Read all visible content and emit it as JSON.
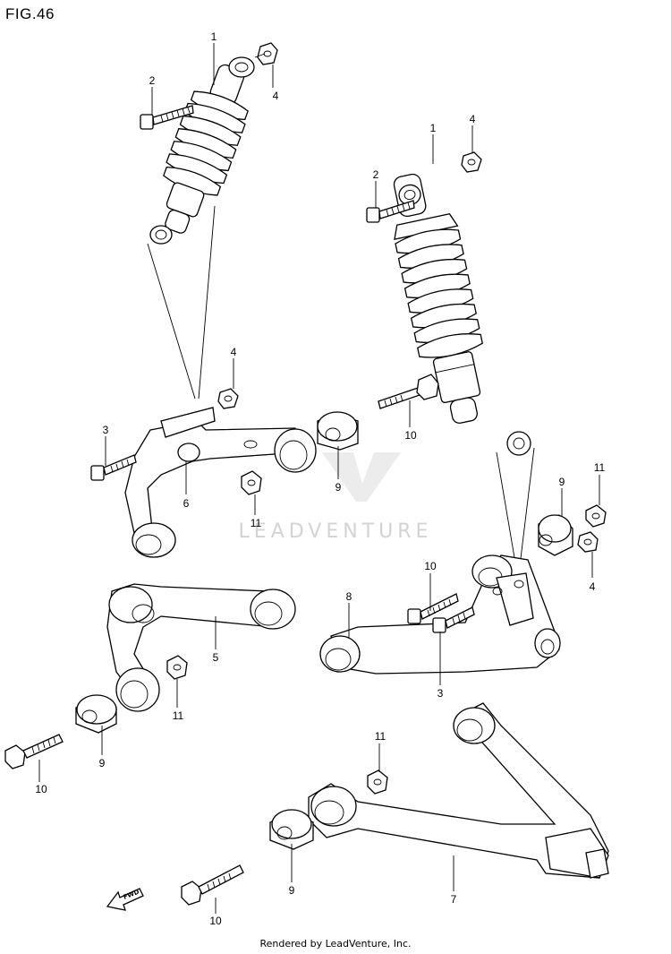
{
  "figure": {
    "title": "FIG.46"
  },
  "watermark": {
    "text": "LEADVENTURE"
  },
  "footer": {
    "text": "Rendered by LeadVenture, Inc."
  },
  "fwd_arrow": {
    "text": "FWD"
  },
  "callouts": {
    "c1_top_left": "1",
    "c2_top_left": "2",
    "c4_top_left": "4",
    "c1_right": "1",
    "c2_right": "2",
    "c4_right_top": "4",
    "c4_mid_left": "4",
    "c3_left": "3",
    "c6": "6",
    "c11_mid": "11",
    "c9_mid": "9",
    "c10_mid": "10",
    "c9_right": "9",
    "c11_right": "11",
    "c4_right_bottom": "4",
    "c10_right": "10",
    "c8": "8",
    "c3_right": "3",
    "c5": "5",
    "c11_left": "11",
    "c9_left": "9",
    "c10_left": "10",
    "c11_bottom": "11",
    "c9_bottom": "9",
    "c7": "7",
    "c10_bottom": "10"
  }
}
